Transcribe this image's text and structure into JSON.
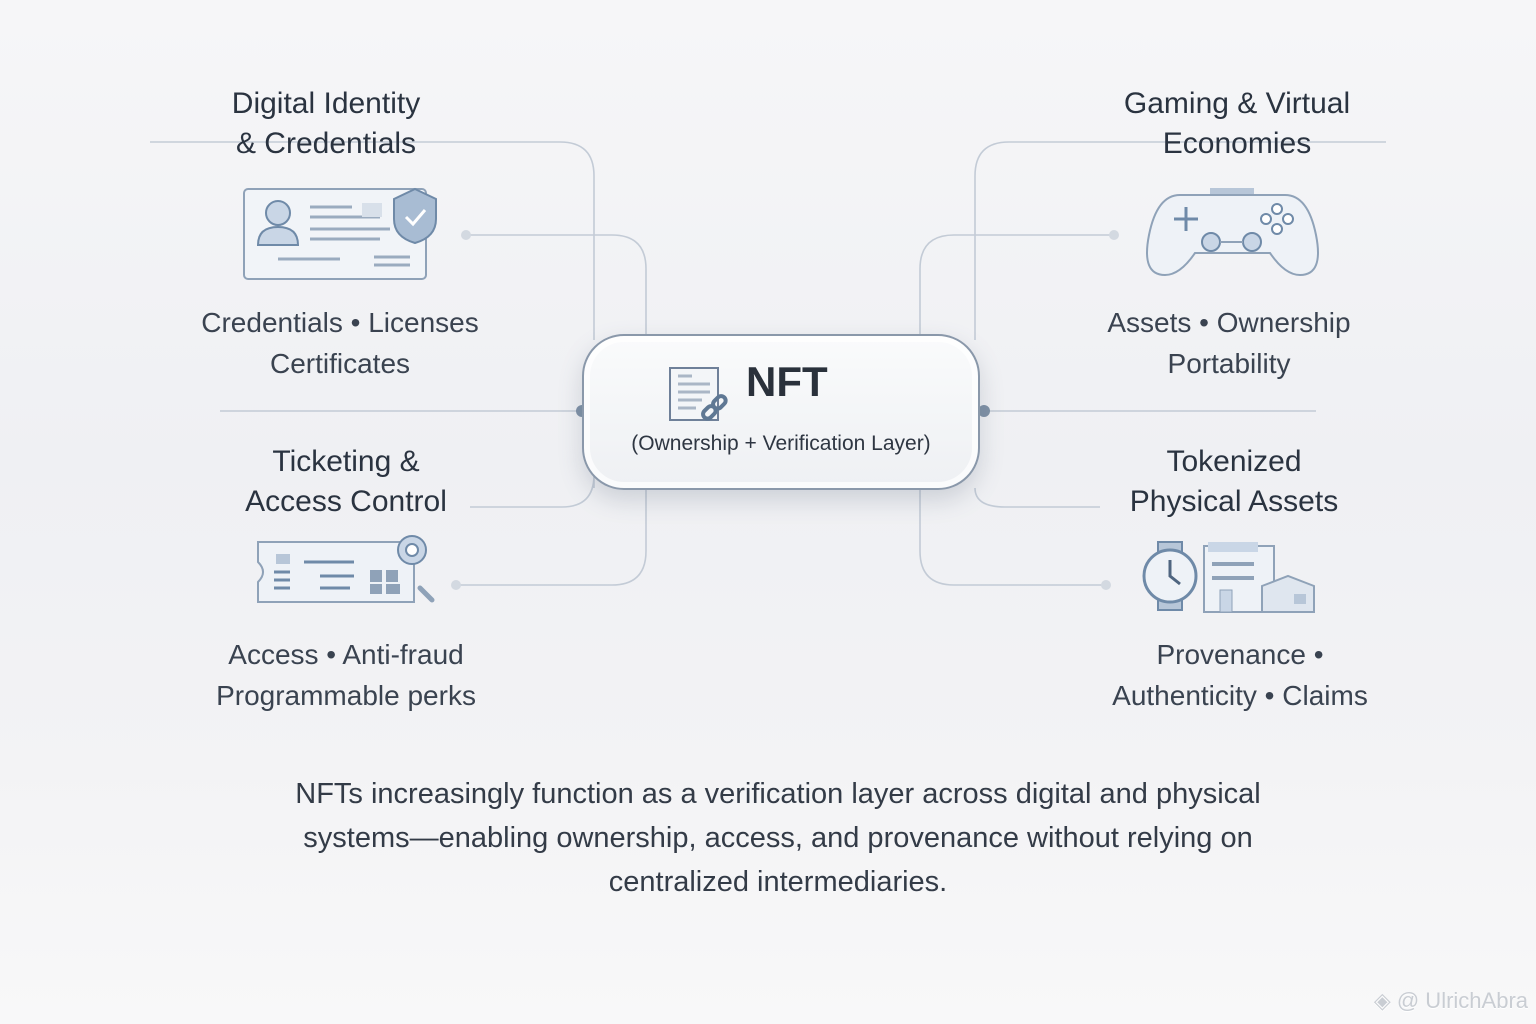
{
  "center": {
    "title": "NFT",
    "subtitle": "(Ownership + Verification Layer)",
    "icon": "document-link-icon"
  },
  "nodes": [
    {
      "title_line1": "Digital Identity",
      "title_line2": "& Credentials",
      "sub_line1": "Credentials • Licenses",
      "sub_line2": "Certificates",
      "icon": "id-card-shield-icon"
    },
    {
      "title_line1": "Gaming & Virtual",
      "title_line2": "Economies",
      "sub_line1": "Assets • Ownership",
      "sub_line2": "Portability",
      "icon": "gamepad-icon"
    },
    {
      "title_line1": "Ticketing &",
      "title_line2": "Access Control",
      "sub_line1": "Access • Anti-fraud",
      "sub_line2": "Programmable perks",
      "icon": "ticket-icon"
    },
    {
      "title_line1": "Tokenized",
      "title_line2": "Physical Assets",
      "sub_line1": "Provenance •",
      "sub_line2": "Authenticity • Claims",
      "icon": "watch-buildings-icon"
    }
  ],
  "footer": {
    "line1": "NFTs increasingly function as a verification layer across digital and physical",
    "line2": "systems—enabling ownership, access, and provenance without relying on",
    "line3": "centralized intermediaries."
  },
  "watermark": "@ UlrichAbra",
  "colors": {
    "line": "#b8c2cf",
    "accent": "#6f8aa8",
    "icon_fill": "#c9d6e6",
    "text": "#2c3440"
  }
}
